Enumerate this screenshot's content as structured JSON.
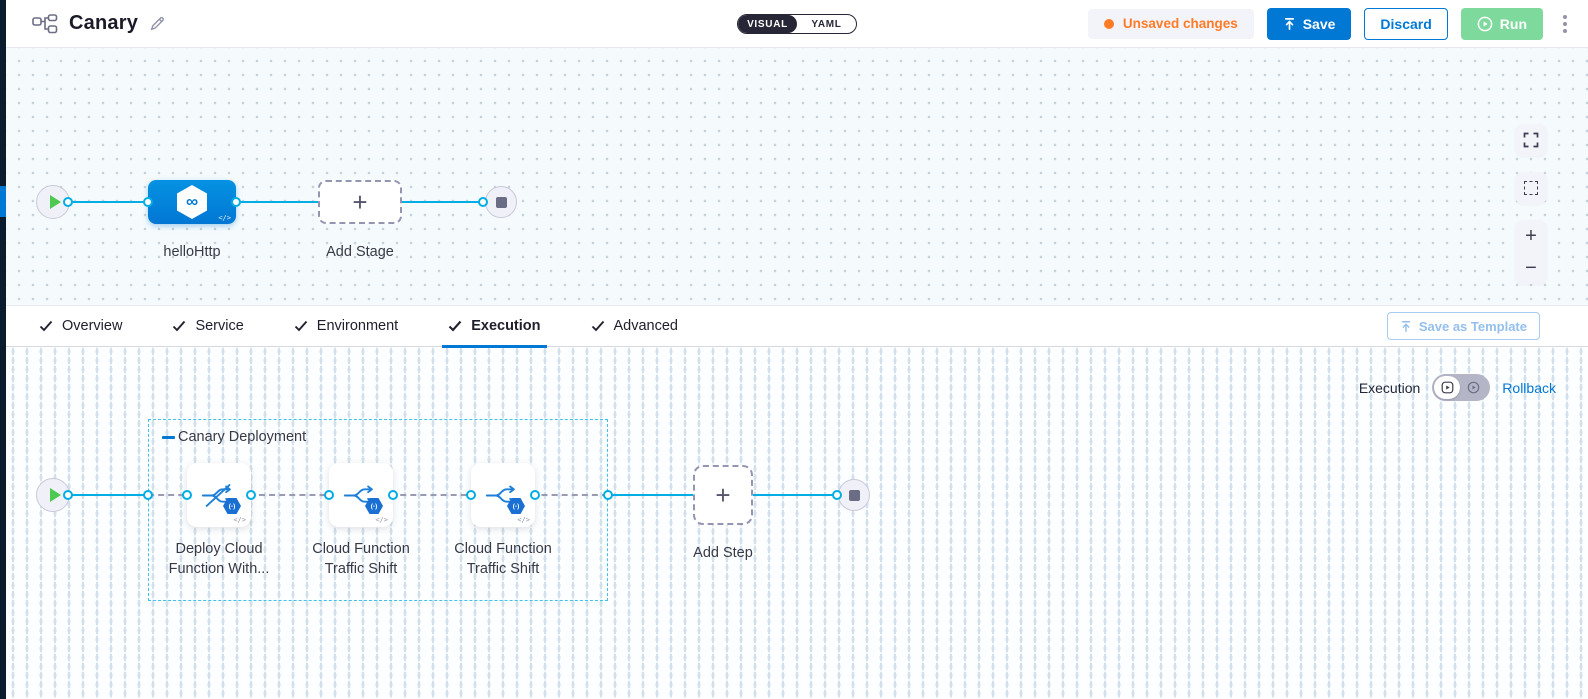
{
  "colors": {
    "accent_blue": "#0278d5",
    "connector_cyan": "#00ade4",
    "run_green": "#7ed99d",
    "unsaved_orange": "#ff7b26",
    "rail_navy": "#0a1b2e",
    "group_border_cyan": "#3ec1ef"
  },
  "header": {
    "title": "Canary",
    "view_toggle": {
      "visual": "VISUAL",
      "yaml": "YAML"
    },
    "unsaved_changes": "Unsaved changes",
    "save": "Save",
    "discard": "Discard",
    "run": "Run"
  },
  "stage_canvas": {
    "stage_name": "helloHttp",
    "add_stage": "Add Stage",
    "zoom_in": "+",
    "zoom_out": "−"
  },
  "tabs": [
    {
      "label": "Overview",
      "active": false
    },
    {
      "label": "Service",
      "active": false
    },
    {
      "label": "Environment",
      "active": false
    },
    {
      "label": "Execution",
      "active": true
    },
    {
      "label": "Advanced",
      "active": false
    }
  ],
  "save_as_template": "Save as Template",
  "execution_canvas": {
    "mode_label": "Execution",
    "rollback": "Rollback",
    "group_label": "Canary Deployment",
    "steps": [
      {
        "line1": "Deploy Cloud",
        "line2": "Function With..."
      },
      {
        "line1": "Cloud Function",
        "line2": "Traffic Shift"
      },
      {
        "line1": "Cloud Function",
        "line2": "Traffic Shift"
      }
    ],
    "add_step": "Add Step"
  },
  "glyphs": {
    "plus": "+",
    "infinity": "∞",
    "code": "</>",
    "badge": "(-)"
  }
}
